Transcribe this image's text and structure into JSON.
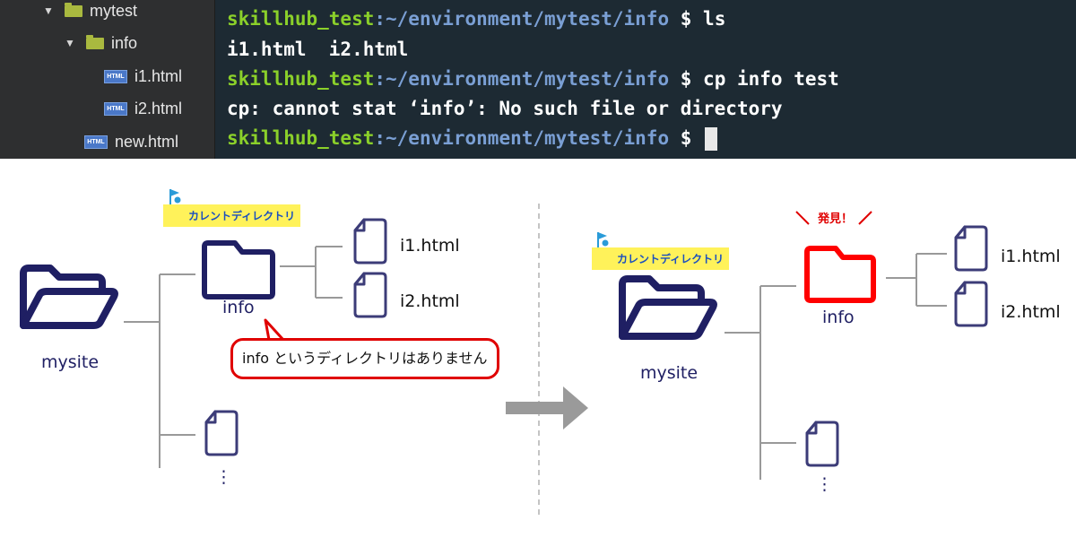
{
  "file_tree": {
    "items": [
      {
        "label": "mytest",
        "type": "folder",
        "expanded": true
      },
      {
        "label": "info",
        "type": "folder",
        "expanded": true
      },
      {
        "label": "i1.html",
        "type": "html"
      },
      {
        "label": "i2.html",
        "type": "html"
      },
      {
        "label": "new.html",
        "type": "html"
      }
    ],
    "html_icon_text": "HTML"
  },
  "terminal": {
    "prompt_user": "skillhub_test",
    "prompt_path": ":~/environment/mytest/info",
    "prompt_symbol": " $ ",
    "lines": [
      {
        "command": "ls"
      },
      {
        "output": "i1.html  i2.html"
      },
      {
        "command": "cp info test"
      },
      {
        "output": "cp: cannot stat ‘info’: No such file or directory"
      },
      {
        "command": ""
      }
    ]
  },
  "diagram": {
    "left": {
      "root_label": "mysite",
      "folder_label": "info",
      "file1": "i1.html",
      "file2": "i2.html",
      "current_badge": "カレントディレクトリ",
      "bubble_text": "info というディレクトリはありません",
      "more": "⋮"
    },
    "right": {
      "root_label": "mysite",
      "folder_label": "info",
      "file1": "i1.html",
      "file2": "i2.html",
      "current_badge": "カレントディレクトリ",
      "found_text": "発見！",
      "more": "⋮"
    },
    "colors": {
      "navy": "#1f1f63",
      "red": "#ff0000",
      "badge": "#fff25a",
      "arrow": "#9a9a9a",
      "line": "#999999"
    }
  }
}
